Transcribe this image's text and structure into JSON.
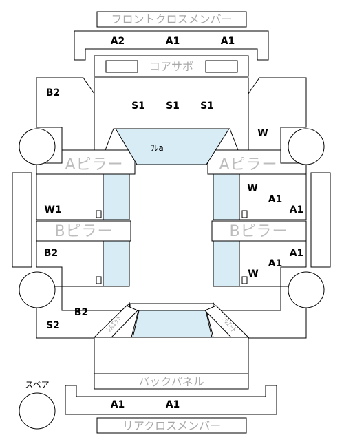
{
  "labels": {
    "front_cross_member": "フロントクロスメンバー",
    "core_support": "コアサポ",
    "a_pillar": "Aピラー",
    "b_pillar": "Bピラー",
    "back_panel": "バックパネル",
    "rear_cross_member": "リアクロスメンバー",
    "spare": "スペア",
    "floor_center": "ﾜﾚa",
    "corner_left": "ｼﾙｴｯﾄ",
    "corner_right": "ｼﾙｴｯﾄ"
  },
  "codes": {
    "front_a2": "A2",
    "front_a1_center": "A1",
    "front_a1_right": "A1",
    "s1_left": "S1",
    "s1_center": "S1",
    "s1_right": "S1",
    "left_b2_top": "B2",
    "right_w_top": "W",
    "left_w1": "W1",
    "right_w_upper": "W",
    "right_a1_upper_inner": "A1",
    "right_a1_upper_outer": "A1",
    "left_b2_mid": "B2",
    "right_a1_lower_outer": "A1",
    "right_a1_lower_inner": "A1",
    "right_w_lower": "W",
    "left_b2_bottom": "B2",
    "left_s2": "S2",
    "rear_a1_left": "A1",
    "rear_a1_right": "A1"
  }
}
